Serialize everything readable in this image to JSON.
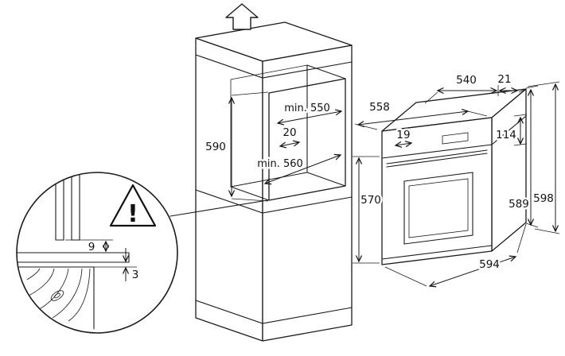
{
  "figure": {
    "kind": "built-in oven installation dimension diagram"
  },
  "cabinet": {
    "niche_height_label": "590",
    "niche_width_label": "min. 550",
    "gap_label": "20",
    "niche_depth_label": "min. 560"
  },
  "oven": {
    "top_depth_label": "540",
    "rear_offset_label": "21",
    "width_label": "558",
    "front_offset_label": "19",
    "panel_height_label": "114",
    "door_height_label": "570",
    "body_height_label": "589",
    "total_height_label": "598",
    "depth_label": "594"
  },
  "detail": {
    "top_gap_label": "9",
    "bottom_gap_label": "3",
    "warning_label": "!"
  }
}
